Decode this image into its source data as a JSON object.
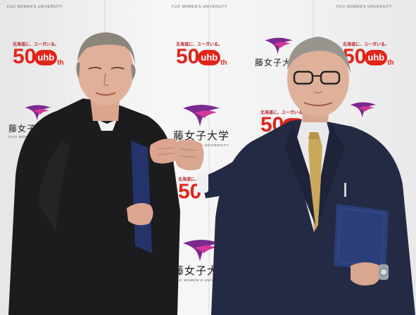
{
  "backdrop": {
    "university_en": "FUJI WOMEN'S UNIVERSITY",
    "university_ja": "藤女子大学",
    "uhb_tagline": "北海道に、ユーガいる。",
    "uhb_fifty": "50",
    "uhb_name": "uhb",
    "uhb_th": "th"
  },
  "colors": {
    "backdrop": "#f1f1f1",
    "logo_purple": "#7b2a8f",
    "logo_pink": "#d2389a",
    "uhb_red": "#e1251b",
    "suit_navy": "#252a44",
    "cassock_black": "#1c1c1e",
    "tie_gold": "#c9a85a",
    "folder_blue": "#2a3f7a"
  }
}
